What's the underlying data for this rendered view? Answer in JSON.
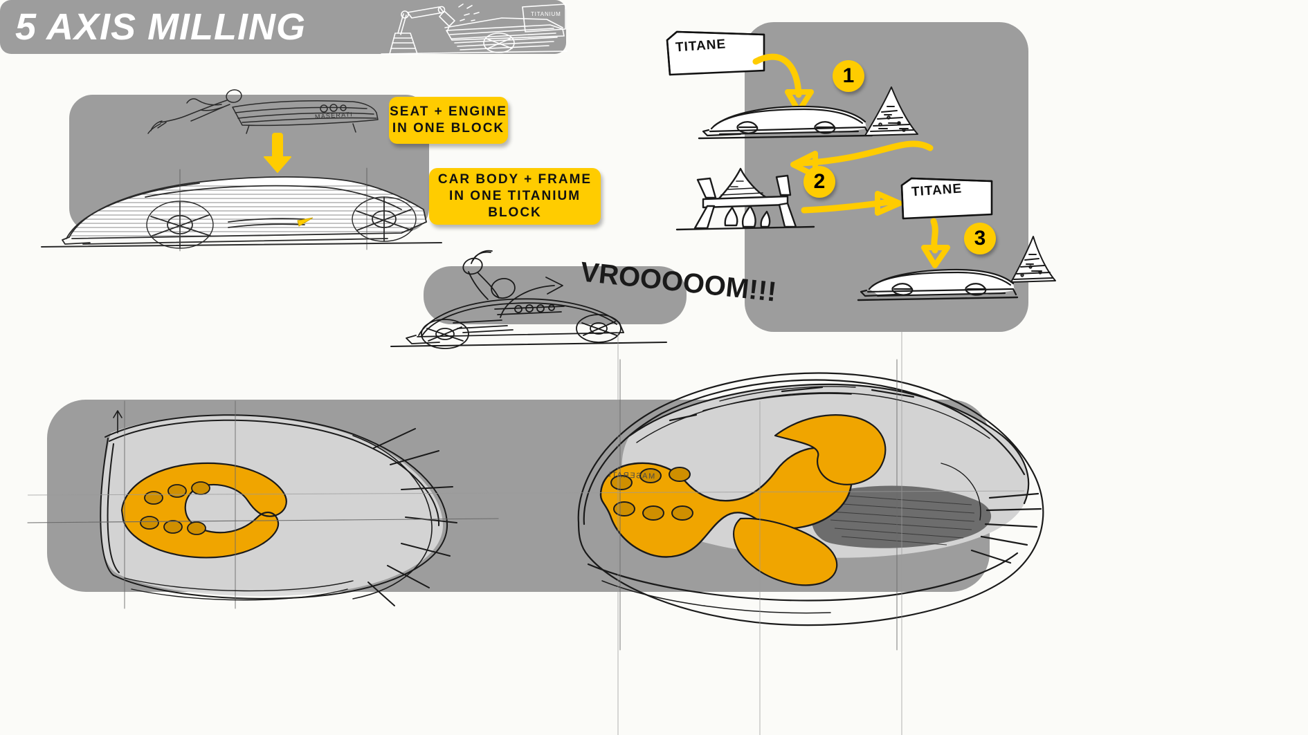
{
  "board": {
    "background_color": "#fbfbf8",
    "panel_color": "#9d9d9d",
    "accent_color": "#FFCC00",
    "ink_color": "#1a1a1a"
  },
  "title": {
    "text": "5 AXIS MILLING",
    "sketch_name": "robot-milling-arm-sketch",
    "sketch_label": "TITANIUM"
  },
  "callouts": [
    {
      "id": "seat-engine",
      "lines": [
        "SEAT + ENGINE",
        "IN ONE BLOCK"
      ]
    },
    {
      "id": "car-body-frame",
      "lines": [
        "CAR BODY + FRAME",
        "IN ONE TITANIUM",
        "BLOCK"
      ]
    }
  ],
  "process": {
    "steps": [
      {
        "number": "1",
        "caption": "TITANE"
      },
      {
        "number": "2",
        "caption": ""
      },
      {
        "number": "3",
        "caption": "TITANE"
      }
    ],
    "block_label_1": "TITANE",
    "block_label_2": "TITANE"
  },
  "annotations": {
    "vroom": "VROOOOOM!!!",
    "maserati_top": "MASERATI",
    "maserati_plan": "MASERATI"
  },
  "sketches": {
    "side_view": "car-side-view-sketch",
    "driver_figure": "driver-figure-sketch",
    "vroom_car": "car-driving-sketch",
    "plan_left": "chassis-plan-view-sketch",
    "plan_right": "car-plan-view-sketch",
    "down_arrow": "down-arrow-annotation"
  }
}
